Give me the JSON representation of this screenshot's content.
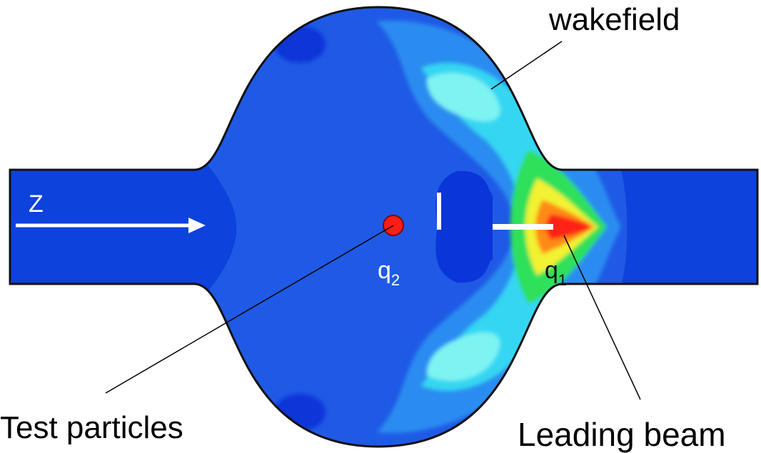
{
  "labels": {
    "wakefield": "wakefield",
    "test_particles": "Test particles",
    "leading_beam": "Leading beam"
  },
  "symbols": {
    "axis": "Z",
    "trailing_charge": {
      "base": "q",
      "sub": "2"
    },
    "leading_charge": {
      "base": "q",
      "sub": "1"
    }
  },
  "colors": {
    "background": "#ffffff",
    "cavity_outline": "#111111",
    "field_base": "#1f5ae6",
    "field_dark": "#0a35d8",
    "field_light": "#2a8cf0",
    "field_cyan": "#36d6f2",
    "field_pale": "#7ef4f2",
    "field_green": "#2ee05a",
    "field_yellow": "#f2f230",
    "field_orange": "#ff8a14",
    "field_red": "#ff2414",
    "particle": "#ff1e14",
    "arrow": "#ffffff",
    "leader_line": "#000000"
  }
}
